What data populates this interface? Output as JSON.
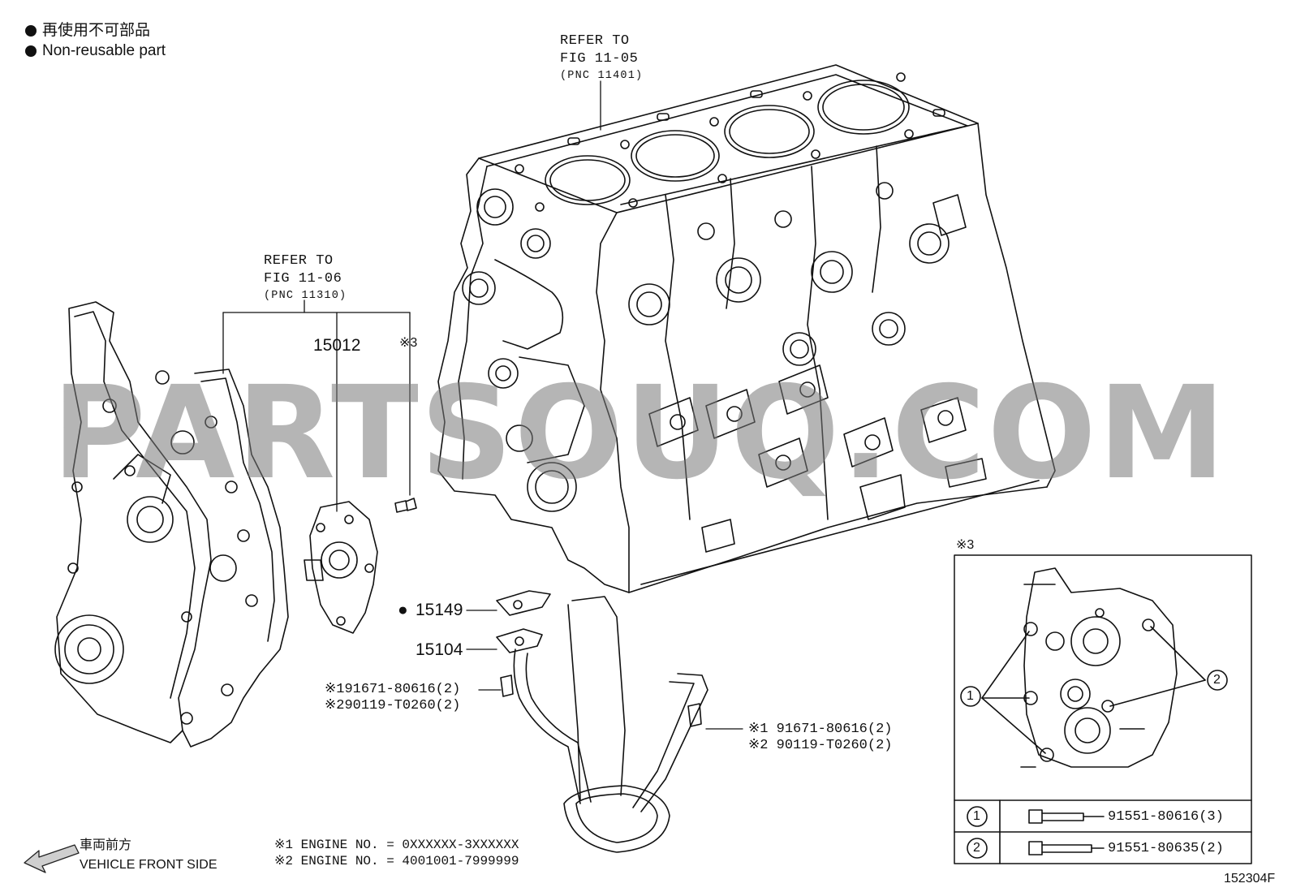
{
  "legend": {
    "symbol": "●",
    "non_reusable_jp": "再使用不可部品",
    "non_reusable_en": "Non-reusable part"
  },
  "references": [
    {
      "line1": "REFER TO",
      "line2": "FIG 11-05",
      "pnc": "(PNC 11401)"
    },
    {
      "line1": "REFER TO",
      "line2": "FIG 11-06",
      "pnc": "(PNC 11310)"
    }
  ],
  "parts": {
    "water_pump": "15012",
    "gasket": "15149",
    "strainer": "15104",
    "bolt_note_mark": "※3"
  },
  "bolt_callouts": {
    "left": [
      "※191671-80616(2)",
      "※290119-T0260(2)"
    ],
    "right": [
      "※1 91671-80616(2)",
      "※2 90119-T0260(2)"
    ]
  },
  "detail_inset": {
    "mark": "※3",
    "bubble_1": "1",
    "bubble_2": "2",
    "rows": [
      {
        "no": "1",
        "part": "91551-80616(3)"
      },
      {
        "no": "2",
        "part": "91551-80635(2)"
      }
    ]
  },
  "engine_notes": [
    "※1  ENGINE NO. = 0XXXXXX-3XXXXXX",
    "※2  ENGINE NO. = 4001001-7999999"
  ],
  "front_side": {
    "jp": "車両前方",
    "en": "VEHICLE FRONT SIDE"
  },
  "figure_id": "152304F",
  "watermark": "PARTSOUQ.COM"
}
